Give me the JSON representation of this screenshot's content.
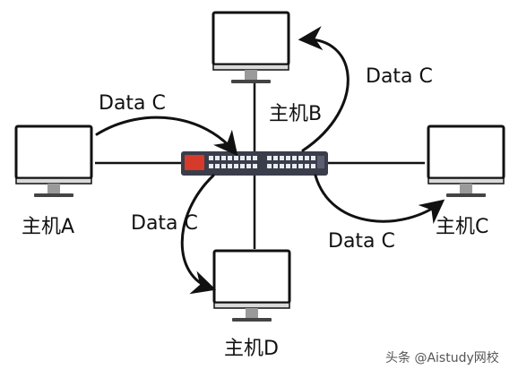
{
  "diagram": {
    "packet_labels": {
      "a_in": "Data C",
      "b_out": "Data C",
      "d_out": "Data C",
      "c_in": "Data C"
    },
    "hosts": {
      "a": "主机A",
      "b": "主机B",
      "c": "主机C",
      "d": "主机D"
    },
    "watermark": "头条 @Aistudy网校"
  },
  "colors": {
    "line": "#111111",
    "switch_body": "#3a3d4a",
    "switch_ports": "#e8ecf2",
    "switch_indicator": "#d63a2a",
    "monitor_frame": "#111111",
    "monitor_stand": "#444444"
  }
}
